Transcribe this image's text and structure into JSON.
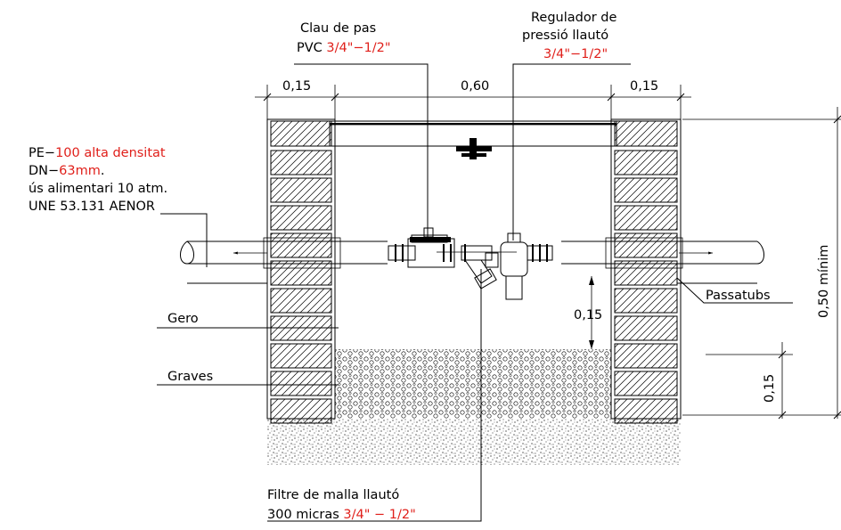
{
  "callouts": {
    "valve": {
      "line1": "Clau de pas",
      "line2_prefix": "PVC ",
      "line2_red": "3/4\"−1/2\""
    },
    "regulator": {
      "line1": "Regulador de",
      "line2": "pressió llautó",
      "line3_red": "3/4\"−1/2\""
    },
    "pipe": {
      "line1_prefix": "PE−",
      "line1_red": "100 alta densitat",
      "line2_prefix": "DN−",
      "line2_red": "63mm",
      "line2_suffix": ".",
      "line3": "ús alimentari 10 atm.",
      "line4": "UNE 53.131 AENOR"
    },
    "brick": "Gero",
    "gravel": "Graves",
    "sleeve": "Passatubs",
    "filter": {
      "line1": "Filtre de malla llautó",
      "line2_prefix": "300 micras ",
      "line2_red": "3/4\" − 1/2\""
    }
  },
  "dimensions": {
    "left_wall": "0,15",
    "inner_width": "0,60",
    "right_wall": "0,15",
    "pipe_height": "0,15",
    "depth": "0,50  mínim",
    "gravel_depth": "0,15"
  },
  "colors": {
    "line": "#000000",
    "highlight": "#e0201b"
  }
}
